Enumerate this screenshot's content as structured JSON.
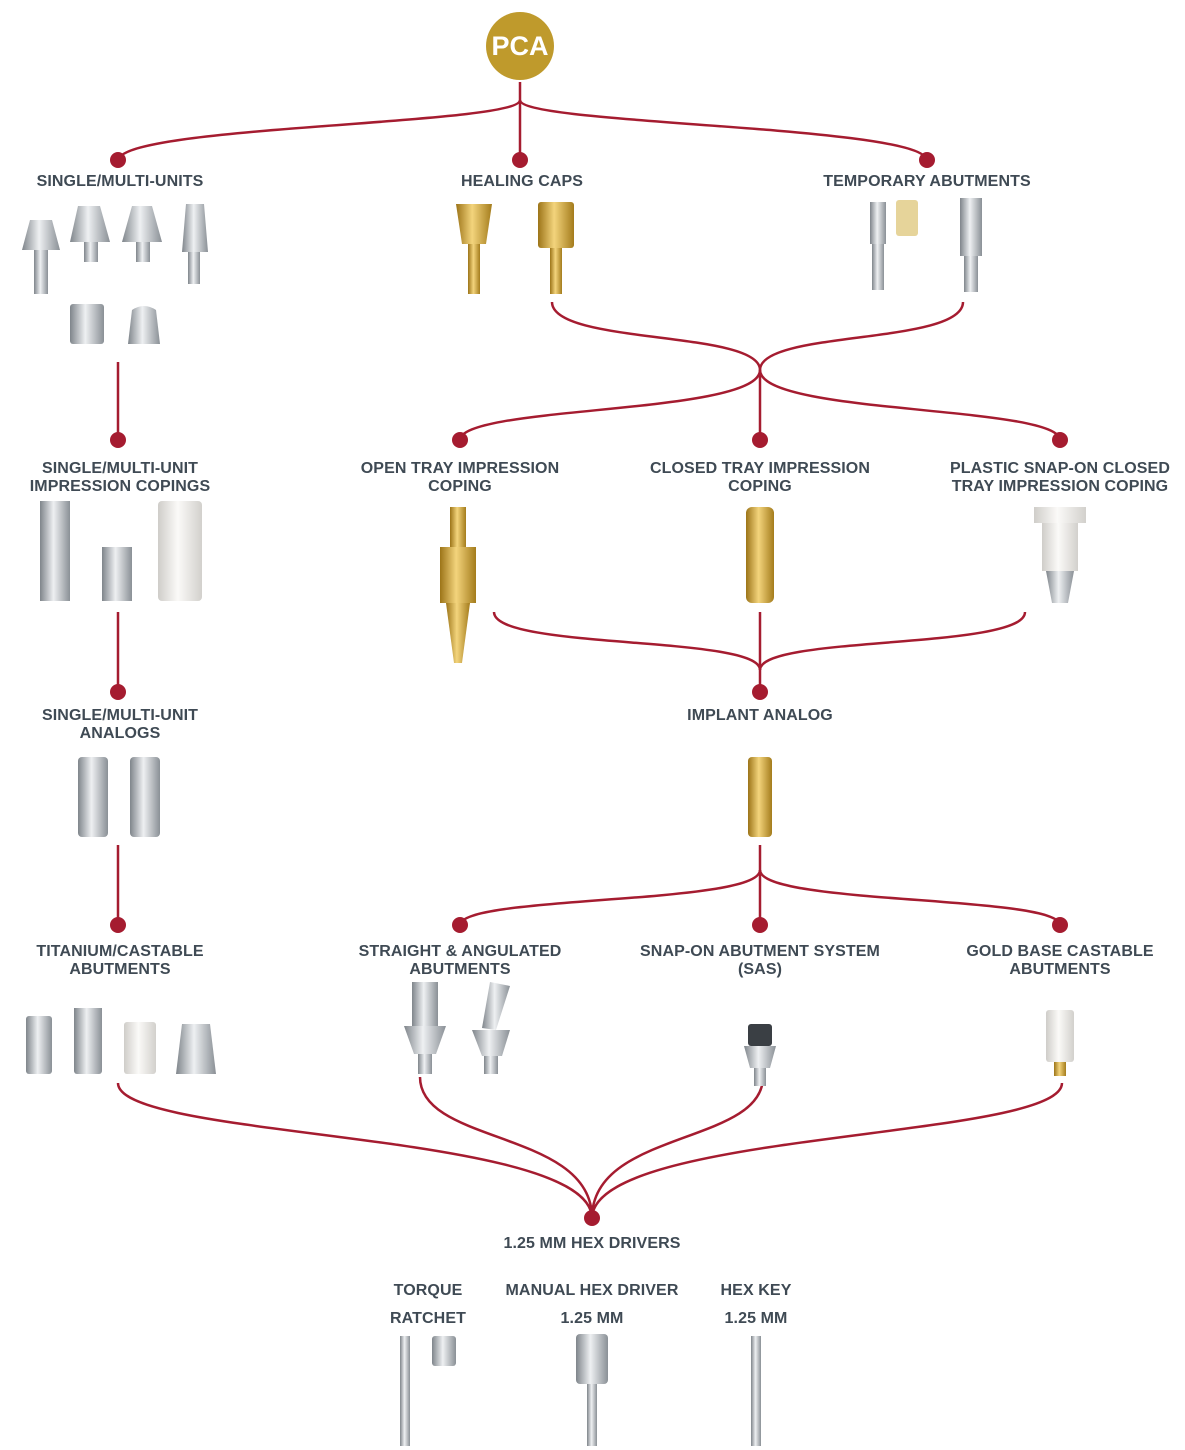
{
  "root": {
    "label": "PCA"
  },
  "nodes": {
    "single_multi_units": {
      "line1": "SINGLE/MULTI-UNITS"
    },
    "healing_caps": {
      "line1": "HEALING CAPS"
    },
    "temporary_abutments": {
      "line1": "TEMPORARY ABUTMENTS"
    },
    "single_multi_unit_impression_copings": {
      "line1": "SINGLE/MULTI-UNIT",
      "line2": "IMPRESSION COPINGS"
    },
    "open_tray_impression_coping": {
      "line1": "OPEN TRAY IMPRESSION",
      "line2": "COPING"
    },
    "closed_tray_impression_coping": {
      "line1": "CLOSED TRAY IMPRESSION",
      "line2": "COPING"
    },
    "plastic_snap_on_closed_tray": {
      "line1": "PLASTIC SNAP-ON CLOSED",
      "line2": "TRAY IMPRESSION COPING"
    },
    "single_multi_unit_analogs": {
      "line1": "SINGLE/MULTI-UNIT",
      "line2": "ANALOGS"
    },
    "implant_analog": {
      "line1": "IMPLANT ANALOG"
    },
    "titanium_castable_abutments": {
      "line1": "TITANIUM/CASTABLE",
      "line2": "ABUTMENTS"
    },
    "straight_angulated_abutments": {
      "line1": "STRAIGHT & ANGULATED",
      "line2": "ABUTMENTS"
    },
    "snap_on_abutment_system": {
      "line1": "SNAP-ON ABUTMENT SYSTEM",
      "line2": "(SAS)"
    },
    "gold_base_castable_abutments": {
      "line1": "GOLD BASE CASTABLE",
      "line2": "ABUTMENTS"
    },
    "hex_drivers": {
      "line1": "1.25 MM HEX DRIVERS"
    }
  },
  "drivers": {
    "torque_ratchet": {
      "line1": "TORQUE",
      "line2": "RATCHET"
    },
    "manual_hex_driver": {
      "line1": "MANUAL HEX DRIVER",
      "line2": "1.25 MM"
    },
    "hex_key": {
      "line1": "HEX KEY",
      "line2": "1.25 MM"
    }
  },
  "colors": {
    "connector": "#a51c30",
    "node_dot": "#a51c30",
    "root_fill": "#bf9a2c",
    "label_text": "#3f4a54",
    "metal": "#b8bcc0",
    "gold": "#d4a83a",
    "white_plastic": "#eceae6"
  },
  "icons": [
    "titanium-abutment-icon",
    "gold-healing-cap-icon",
    "impression-coping-icon",
    "implant-analog-icon",
    "hex-driver-icon",
    "ratchet-icon",
    "hex-key-icon"
  ]
}
